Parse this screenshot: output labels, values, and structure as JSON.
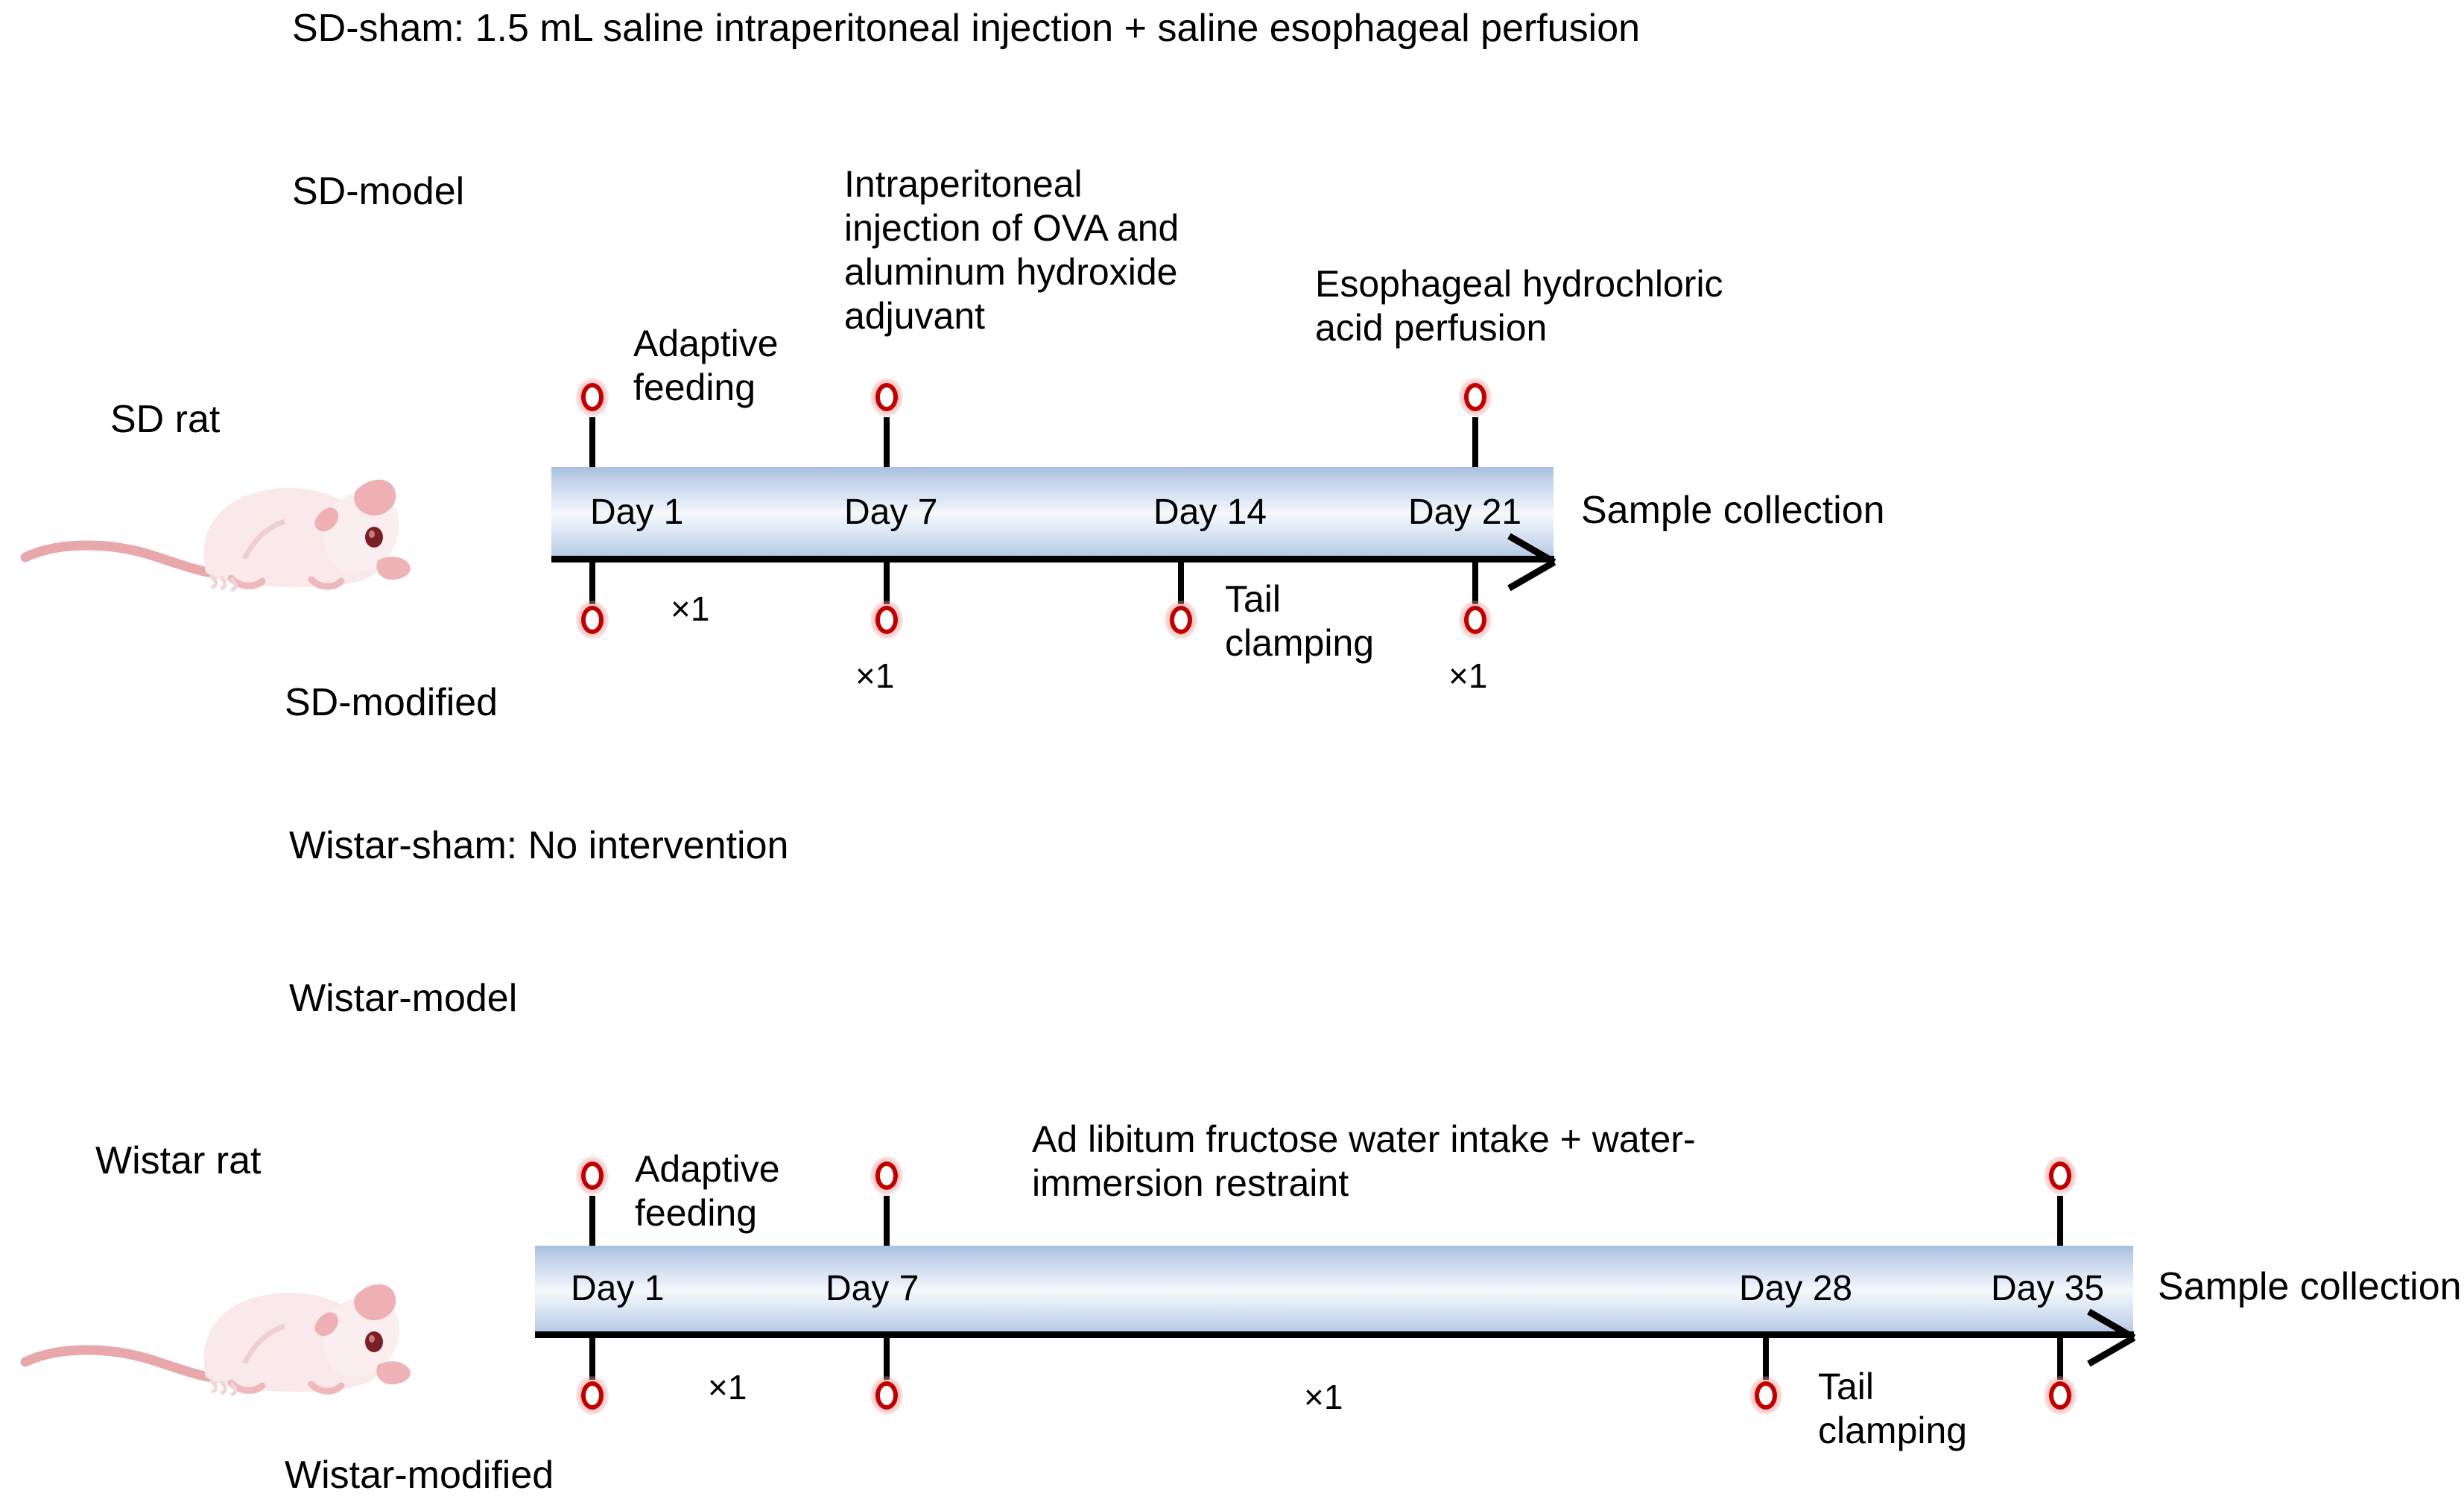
{
  "figure": {
    "type": "experimental-timeline-diagram",
    "background_color": "#ffffff",
    "marker_color": "#c00000",
    "bar_color": "#cfdcf0"
  },
  "sd_section": {
    "sham_note": "SD-sham: 1.5 mL saline intraperitoneal injection + saline esophageal perfusion",
    "model_label": "SD-model",
    "modified_label": "SD-modified",
    "animal_label": "SD rat",
    "animal_icon": "white-rat-illustration",
    "sample_collection": "Sample collection",
    "above_annotations": [
      {
        "text": "Adaptive\nfeeding"
      },
      {
        "text": "Intraperitoneal\ninjection of OVA and\naluminum hydroxide\nadjuvant"
      },
      {
        "text": "Esophageal hydrochloric\nacid perfusion"
      }
    ],
    "below_annotations": [
      {
        "text": "×1"
      },
      {
        "text": "×1"
      },
      {
        "text": "Tail\nclamping"
      },
      {
        "text": "×1"
      }
    ],
    "timeline": {
      "ticks": [
        {
          "day_label": "Day 1",
          "marker_above": true,
          "marker_below": true
        },
        {
          "day_label": "Day 7",
          "marker_above": true,
          "marker_below": true
        },
        {
          "day_label": "Day 14",
          "marker_above": false,
          "marker_below": true
        },
        {
          "day_label": "Day 21",
          "marker_above": true,
          "marker_below": true
        }
      ]
    }
  },
  "wistar_section": {
    "sham_note": "Wistar-sham: No intervention",
    "model_label": "Wistar-model",
    "modified_label": "Wistar-modified",
    "animal_label": "Wistar rat",
    "animal_icon": "white-rat-illustration",
    "sample_collection": "Sample collection",
    "above_annotations": [
      {
        "text": "Adaptive\nfeeding"
      },
      {
        "text": "Ad libitum fructose water intake + water-\nimmersion restraint"
      }
    ],
    "below_annotations": [
      {
        "text": "×1"
      },
      {
        "text": "×1"
      },
      {
        "text": "Tail\nclamping"
      }
    ],
    "timeline": {
      "ticks": [
        {
          "day_label": "Day 1",
          "marker_above": true,
          "marker_below": true
        },
        {
          "day_label": "Day 7",
          "marker_above": true,
          "marker_below": true
        },
        {
          "day_label": "Day 28",
          "marker_above": false,
          "marker_below": true
        },
        {
          "day_label": "Day 35",
          "marker_above": true,
          "marker_below": true
        }
      ]
    }
  }
}
